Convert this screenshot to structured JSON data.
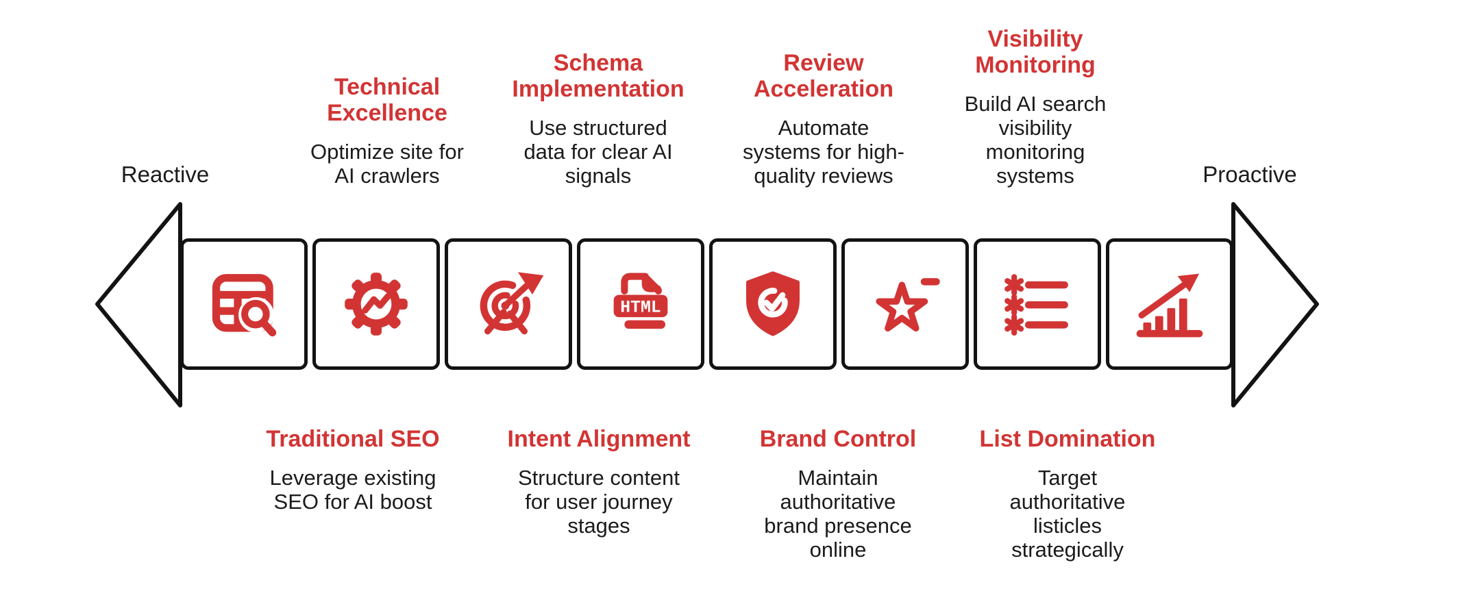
{
  "colors": {
    "accent_red": "#d23434",
    "line_black": "#131313",
    "text_black": "#1b1b1b",
    "background": "#ffffff"
  },
  "endpoints": {
    "left_label": "Reactive",
    "right_label": "Proactive"
  },
  "top_stages": [
    {
      "title": "Technical\nExcellence",
      "description": "Optimize site for\nAI crawlers"
    },
    {
      "title": "Schema\nImplementation",
      "description": "Use structured\ndata for clear AI\nsignals"
    },
    {
      "title": "Review\nAcceleration",
      "description": "Automate\nsystems for high-\nquality reviews"
    },
    {
      "title": "Visibility\nMonitoring",
      "description": "Build AI search\nvisibility\nmonitoring\nsystems"
    }
  ],
  "bottom_stages": [
    {
      "title": "Traditional SEO",
      "description": "Leverage existing\nSEO for AI boost"
    },
    {
      "title": "Intent Alignment",
      "description": "Structure content\nfor user journey\nstages"
    },
    {
      "title": "Brand Control",
      "description": "Maintain\nauthoritative\nbrand presence\nonline"
    },
    {
      "title": "List Domination",
      "description": "Target\nauthoritative\nlisticles\nstrategically"
    }
  ],
  "boxes": [
    {
      "icon": "table-search-icon"
    },
    {
      "icon": "gear-performance-icon"
    },
    {
      "icon": "target-arrow-icon"
    },
    {
      "icon": "html-file-icon",
      "label": "HTML"
    },
    {
      "icon": "shield-check-icon"
    },
    {
      "icon": "star-minus-icon"
    },
    {
      "icon": "asterisk-list-icon"
    },
    {
      "icon": "growth-chart-icon"
    }
  ]
}
